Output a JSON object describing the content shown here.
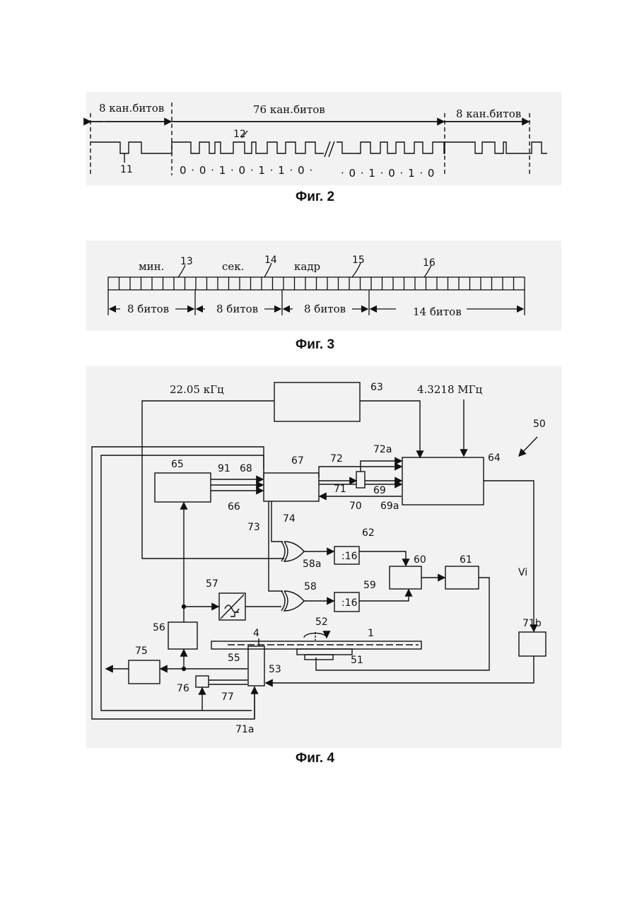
{
  "fig2": {
    "caption": "Фиг. 2",
    "span_left": "8 кан.битов",
    "span_mid": "76 кан.битов",
    "span_right": "8 кан.битов",
    "ref_11": "11",
    "ref_12": "12",
    "bits_a": "0 · 0 · 1 · 0 · 1 · 1 · 0 ·",
    "bits_b": "· 0 · 1 · 0 · 1 · 0"
  },
  "fig3": {
    "caption": "Фиг. 3",
    "field_min": "мин.",
    "field_sec": "сек.",
    "field_frame": "кадр",
    "ref_13": "13",
    "ref_14": "14",
    "ref_15": "15",
    "ref_16": "16",
    "span1": "8 битов",
    "span2": "8 битов",
    "span3": "8 битов",
    "span4": "14 битов"
  },
  "fig4": {
    "caption": "Фиг. 4",
    "freq_low": "22.05 кГц",
    "freq_high": "4.3218 МГц",
    "div1": ":16",
    "div2": ":16",
    "vi": "Vi",
    "ref": {
      "r50": "50",
      "r63": "63",
      "r64": "64",
      "r65": "65",
      "r67": "67",
      "r91": "91",
      "r68": "68",
      "r66": "66",
      "r72": "72",
      "r72a": "72a",
      "r71": "71",
      "r69": "69",
      "r70": "70",
      "r69a": "69a",
      "r73": "73",
      "r74": "74",
      "r62": "62",
      "r58a": "58a",
      "r60": "60",
      "r61": "61",
      "r57": "57",
      "r58": "58",
      "r59": "59",
      "r52": "52",
      "r1": "1",
      "r4": "4",
      "r56": "56",
      "r55": "55",
      "r51": "51",
      "r53": "53",
      "r75": "75",
      "r76": "76",
      "r77": "77",
      "r71a": "71a",
      "r71b": "71b"
    }
  }
}
